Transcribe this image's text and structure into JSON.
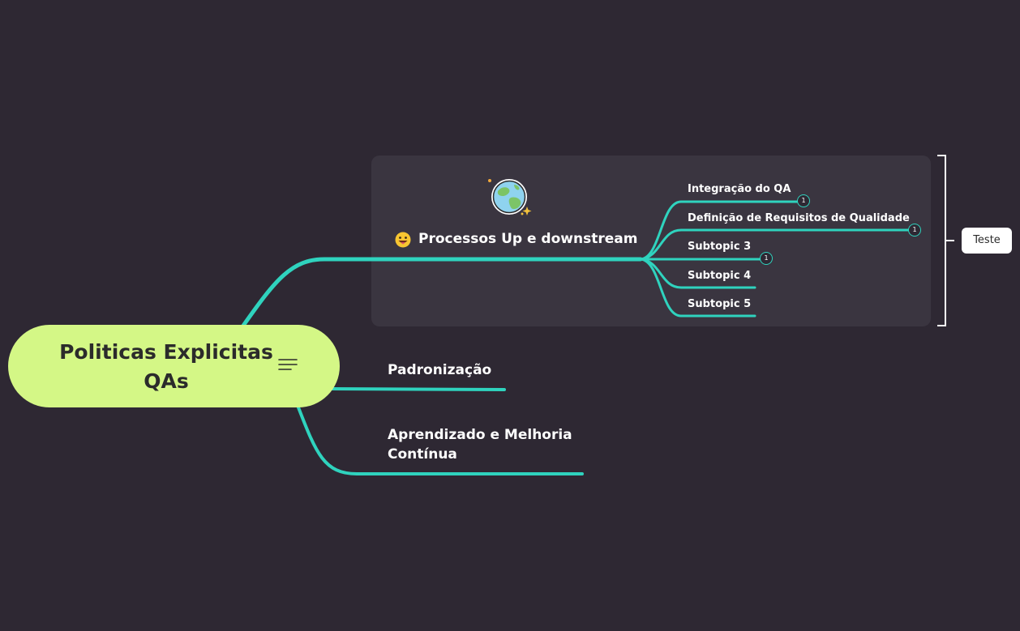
{
  "central": {
    "title_line1": "Politicas Explicitas",
    "title_line2": "QAs",
    "notes_icon": "notes-lines-icon"
  },
  "main_topics": [
    {
      "label": "Processos Up e downstream",
      "emoji": "grinning-tongue-face-icon",
      "image": "globe-icon"
    },
    {
      "label": "Padronização"
    },
    {
      "label_line1": "Aprendizado e Melhoria",
      "label_line2": "Contínua"
    }
  ],
  "subtopics": [
    {
      "label": "Integração do QA",
      "badge": "1"
    },
    {
      "label": "Definição de Requisitos de Qualidade",
      "badge": "1"
    },
    {
      "label": "Subtopic 3",
      "badge": "1"
    },
    {
      "label": "Subtopic 4"
    },
    {
      "label": "Subtopic 5"
    }
  ],
  "summary": {
    "label": "Teste"
  },
  "colors": {
    "background": "#2e2833",
    "branch": "#2fd3be",
    "central_fill": "#d4f786",
    "group_box": "#3a3540",
    "text": "#ffffff"
  }
}
